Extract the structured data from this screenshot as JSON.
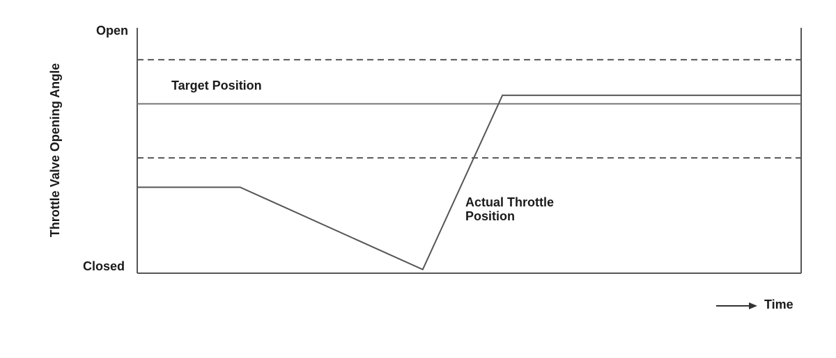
{
  "chart_data": {
    "type": "line",
    "title": "",
    "ylabel": "Throttle Valve Opening Angle",
    "xlabel": "Time",
    "y_ticks": {
      "top": "Open",
      "bottom": "Closed"
    },
    "ylim": [
      0,
      100
    ],
    "xlim": [
      0,
      100
    ],
    "grid": false,
    "reference_lines": [
      {
        "y": 87,
        "style": "dashed"
      },
      {
        "y": 47,
        "style": "dashed"
      }
    ],
    "series": [
      {
        "name": "Target Position",
        "x": [
          0,
          100
        ],
        "y": [
          69,
          69
        ]
      },
      {
        "name": "Actual Throttle Position",
        "x": [
          0,
          15.5,
          43,
          55,
          100
        ],
        "y": [
          35,
          35,
          1.5,
          72.5,
          72.5
        ]
      }
    ],
    "colors": {
      "target": "#777777",
      "actual": "#555555",
      "axis": "#555555",
      "text": "#1a1a1a"
    }
  }
}
